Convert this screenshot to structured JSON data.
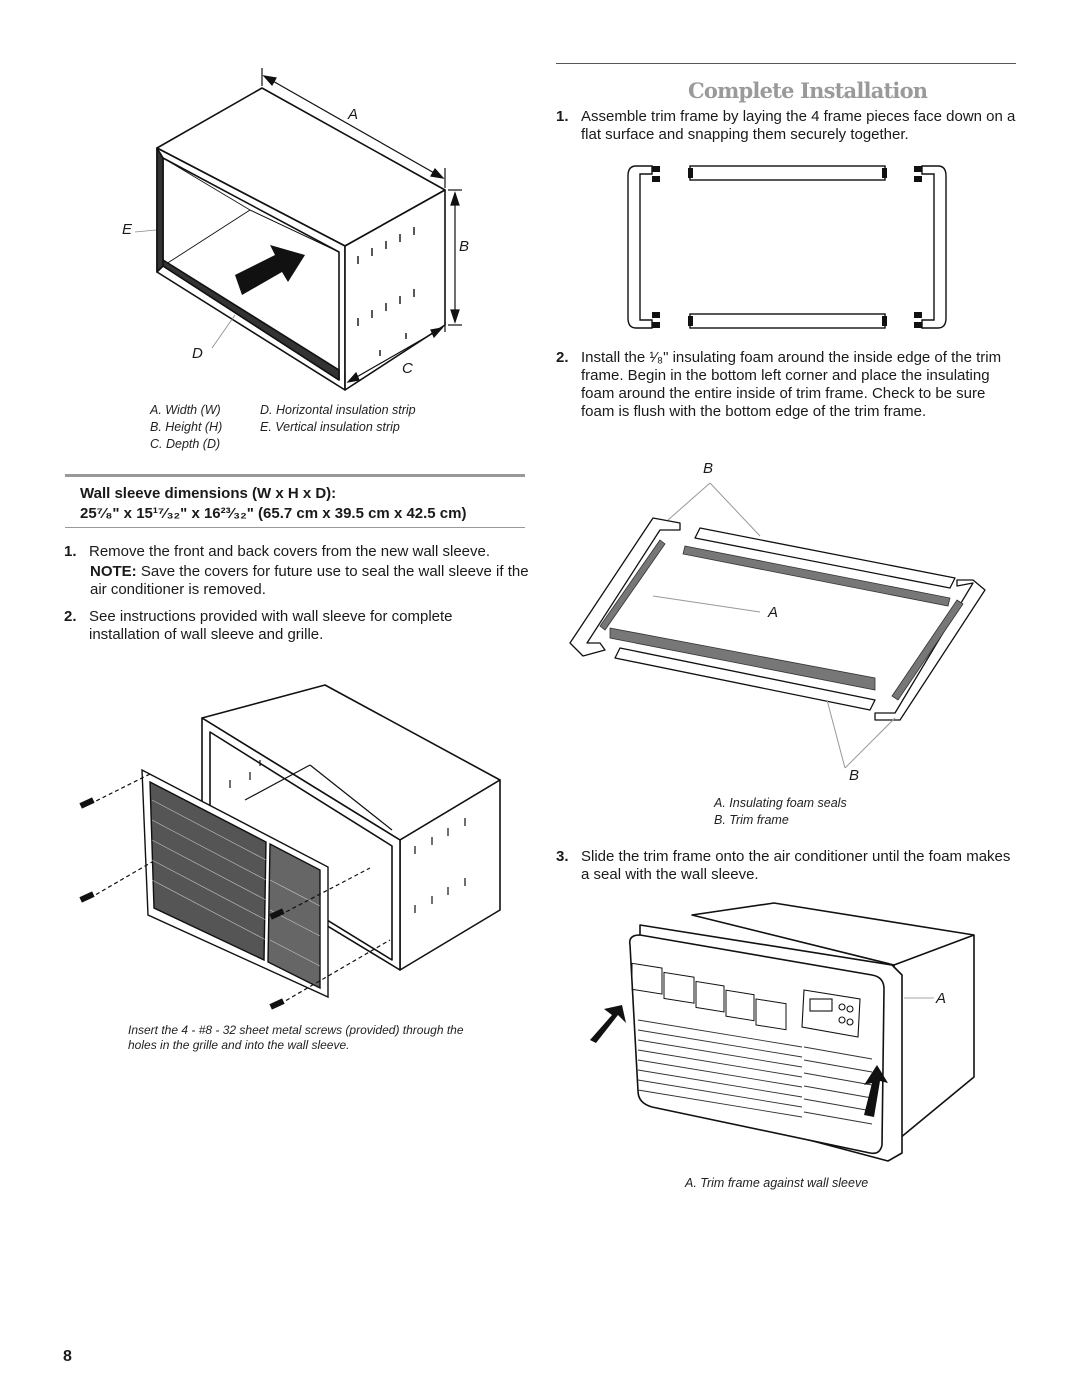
{
  "section_title": "Complete Installation",
  "left": {
    "figure1": {
      "labels": {
        "A": "A",
        "B": "B",
        "C": "C",
        "D": "D",
        "E": "E"
      },
      "legend": [
        "A. Width (W)",
        "B. Height (H)",
        "C. Depth (D)",
        "D. Horizontal insulation strip",
        "E. Vertical insulation strip"
      ]
    },
    "dimensions_heading": "Wall sleeve dimensions (W x H x D):",
    "dimensions_value": "25⁷⁄₈\" x 15¹⁷⁄₃₂\" x 16²³⁄₃₂\" (65.7 cm x 39.5 cm x 42.5 cm)",
    "steps": [
      {
        "num": "1.",
        "text": "Remove the front and back covers from the new wall sleeve."
      },
      {
        "num": "2.",
        "text": "See instructions provided with wall sleeve for complete installation of wall sleeve and grille."
      }
    ],
    "note_label": "NOTE:",
    "note_text": "Save the covers for future use to seal the wall sleeve if the air conditioner is removed.",
    "figure2_caption": "Insert the 4 - #8 - 32 sheet metal screws (provided) through the holes in the grille and into the wall sleeve."
  },
  "right": {
    "steps": [
      {
        "num": "1.",
        "text": "Assemble trim frame by laying the 4 frame pieces face down on a flat surface and snapping them securely together."
      },
      {
        "num": "2.",
        "text": "Install the ¹⁄₈\" insulating foam around the inside edge of the trim frame. Begin in the bottom left corner and place the insulating foam around the entire inside of trim frame. Check to be sure foam is flush with the bottom edge of the trim frame."
      },
      {
        "num": "3.",
        "text": "Slide the trim frame onto the air conditioner until the foam makes a seal with the wall sleeve."
      }
    ],
    "figure4": {
      "labels": {
        "B_top": "B",
        "A": "A",
        "B_bottom": "B"
      },
      "legend": [
        "A. Insulating foam seals",
        "B. Trim frame"
      ]
    },
    "figure5": {
      "labels": {
        "A": "A"
      },
      "caption": "A. Trim frame against wall sleeve"
    }
  },
  "page_number": "8"
}
